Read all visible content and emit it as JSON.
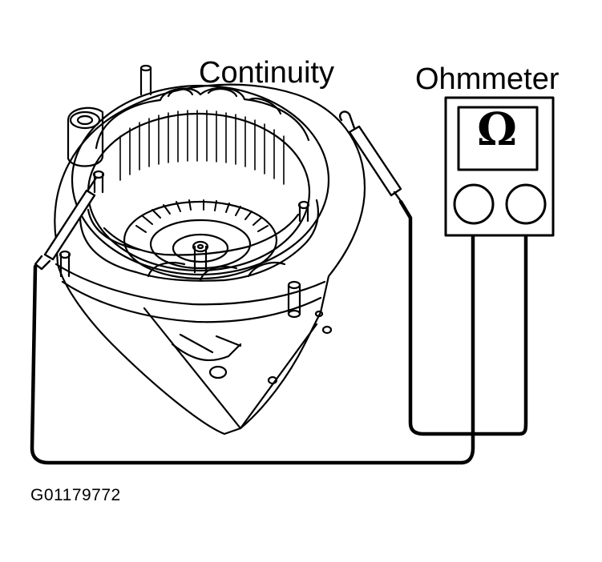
{
  "labels": {
    "continuity": "Continuity",
    "ohmmeter": "Ohmmeter",
    "figure_id": "G01179772"
  },
  "ohmmeter": {
    "display_symbol": "Ω"
  },
  "icons": [
    "alternator-stator-drawing",
    "ohmmeter-device",
    "test-probe",
    "test-lead-wire"
  ],
  "colors": {
    "ink": "#000000",
    "background": "#ffffff"
  }
}
